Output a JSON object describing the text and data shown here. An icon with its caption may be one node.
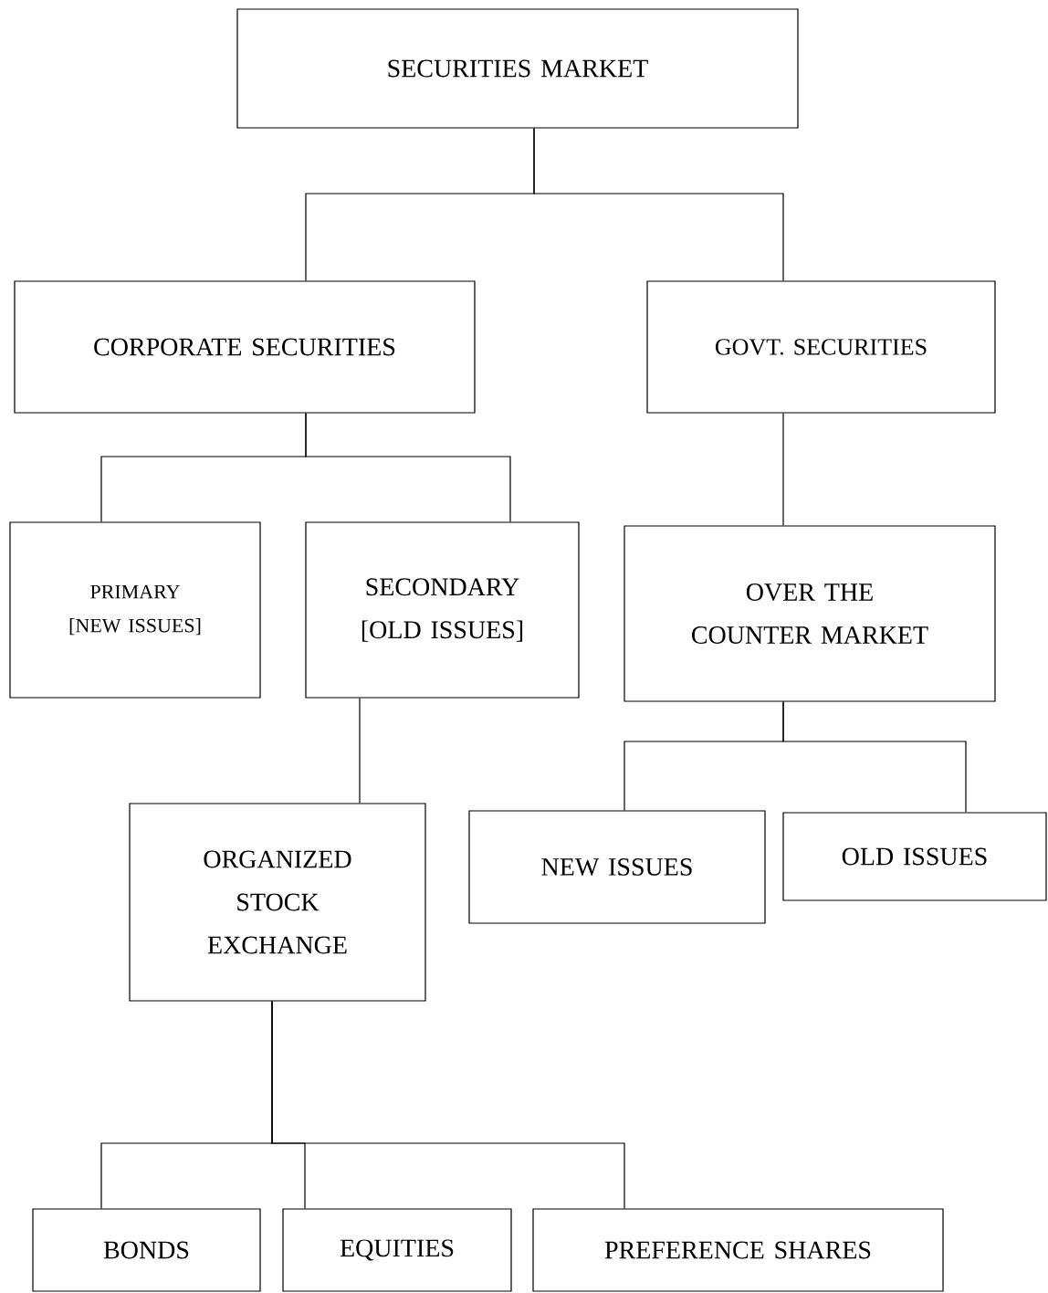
{
  "diagram": {
    "nodes": [
      {
        "text": [
          "SECURITIES MARKET"
        ]
      },
      {
        "text": [
          "CORPORATE SECURITIES"
        ]
      },
      {
        "text": [
          "GOVT.  SECURITIES"
        ]
      },
      {
        "text": [
          "PRIMARY [NEW ISSUES]"
        ]
      },
      {
        "text": [
          "SECONDARY [OLD ISSUES]"
        ]
      },
      {
        "text": [
          "OVER THE COUNTER MARKET"
        ]
      },
      {
        "text": [
          "ORGANIZED STOCK EXCHANGE"
        ]
      },
      {
        "text": [
          "NEW ISSUES"
        ]
      },
      {
        "text": [
          "OLD ISSUES"
        ]
      },
      {
        "text": [
          "BONDS"
        ]
      },
      {
        "text": [
          "EQUITIES"
        ]
      },
      {
        "text": [
          "PREFERENCE SHARES"
        ]
      }
    ],
    "edges": [
      {
        "from": 0,
        "to": 1,
        "arrow": "none"
      },
      {
        "from": 0,
        "to": 2,
        "arrow": "none"
      },
      {
        "from": 1,
        "to": 3,
        "arrow": "none"
      },
      {
        "from": 1,
        "to": 4,
        "arrow": "none"
      },
      {
        "from": 2,
        "to": 5,
        "arrow": "none"
      },
      {
        "from": 4,
        "to": 6,
        "arrow": "none"
      },
      {
        "from": 5,
        "to": 7,
        "arrow": "none"
      },
      {
        "from": 5,
        "to": 8,
        "arrow": "none"
      },
      {
        "from": 6,
        "to": 9,
        "arrow": "none"
      },
      {
        "from": 6,
        "to": 10,
        "arrow": "none"
      },
      {
        "from": 6,
        "to": 11,
        "arrow": "none"
      }
    ]
  }
}
